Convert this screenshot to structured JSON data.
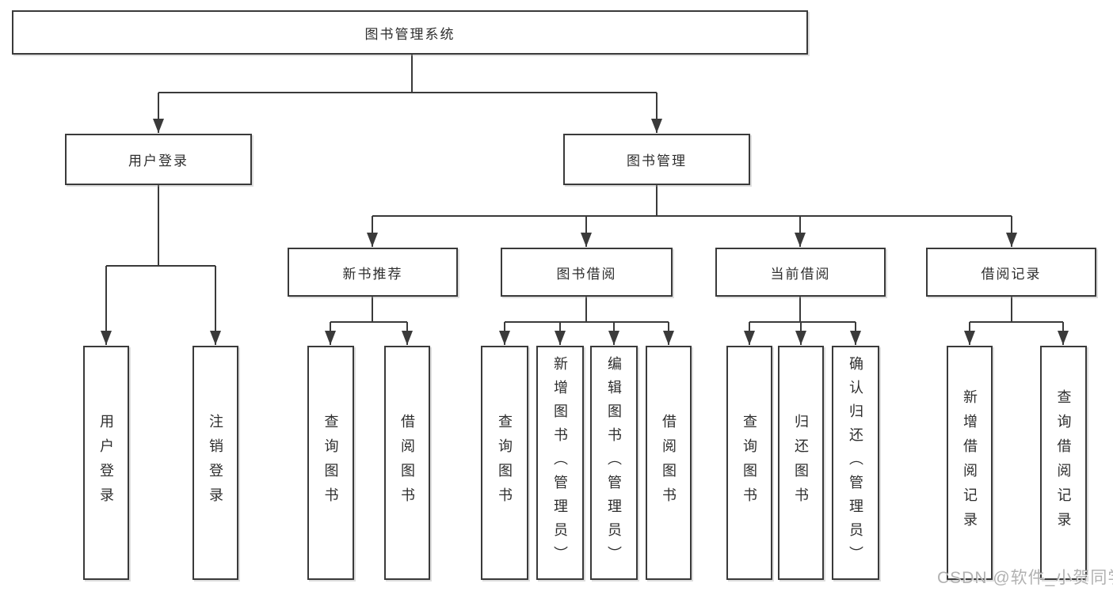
{
  "diagram": {
    "root": {
      "label": "图书管理系统"
    },
    "level2": [
      {
        "label": "用户登录"
      },
      {
        "label": "图书管理"
      }
    ],
    "level3": [
      {
        "label": "新书推荐"
      },
      {
        "label": "图书借阅"
      },
      {
        "label": "当前借阅"
      },
      {
        "label": "借阅记录"
      }
    ],
    "leaves": [
      {
        "label": "用户登录"
      },
      {
        "label": "注销登录"
      },
      {
        "label": "查询图书"
      },
      {
        "label": "借阅图书"
      },
      {
        "label": "查询图书"
      },
      {
        "label": "新增图书（管理员）"
      },
      {
        "label": "编辑图书（管理员）"
      },
      {
        "label": "借阅图书"
      },
      {
        "label": "查询图书"
      },
      {
        "label": "归还图书"
      },
      {
        "label": "确认归还（管理员）"
      },
      {
        "label": "新增借阅记录"
      },
      {
        "label": "查询借阅记录"
      }
    ]
  },
  "colors": {
    "line": "#3a3a3a",
    "text": "#2e2e2e",
    "box_background": "#ffffff",
    "watermark": "#9e9e9e"
  },
  "watermark": {
    "text": "CSDN @软件_小贺同学"
  }
}
